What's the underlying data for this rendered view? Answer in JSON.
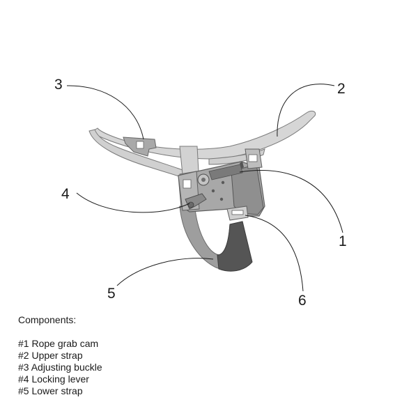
{
  "diagram": {
    "callouts": [
      {
        "id": "1",
        "label": "1"
      },
      {
        "id": "2",
        "label": "2"
      },
      {
        "id": "3",
        "label": "3"
      },
      {
        "id": "4",
        "label": "4"
      },
      {
        "id": "5",
        "label": "5"
      },
      {
        "id": "6",
        "label": "6"
      }
    ]
  },
  "legend": {
    "title": "Components:",
    "items": [
      "#1 Rope grab cam",
      "#2 Upper strap",
      "#3 Adjusting buckle",
      "#4 Locking lever",
      "#5 Lower strap"
    ]
  },
  "colors": {
    "strap_light": "#d4d4d4",
    "strap_outline": "#7a7a7a",
    "device_body": "#a4a4a4",
    "device_dark": "#6e6e6e",
    "lower_strap_dark": "#555555",
    "ink": "#1a1a1a"
  }
}
